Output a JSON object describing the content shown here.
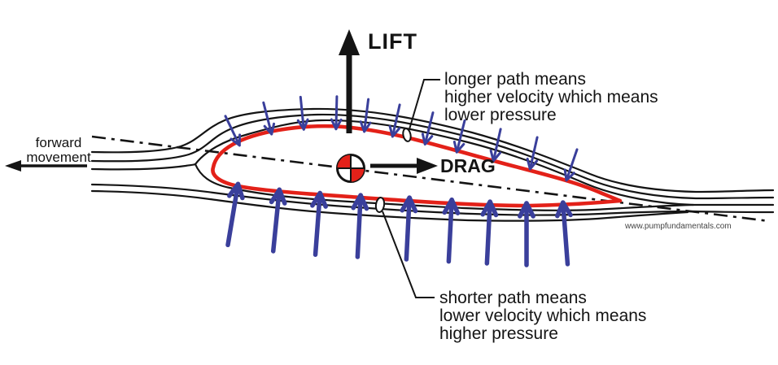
{
  "labels": {
    "lift": "LIFT",
    "drag": "DRAG",
    "forward_line1": "forward",
    "forward_line2": "movement",
    "watermark": "www.pumpfundamentals.com"
  },
  "annotations": {
    "upper": {
      "lines": [
        "longer path means",
        "higher velocity which means",
        "lower pressure"
      ]
    },
    "lower": {
      "lines": [
        "shorter path means",
        "lower velocity which means",
        "higher pressure"
      ]
    }
  },
  "pressure_arrows": {
    "top_count": 11,
    "bottom_count": 9
  },
  "colors": {
    "background": "#ffffff",
    "ink": "#141414",
    "airfoil_outline": "#e32119",
    "pressure_arrow_blue": "#3a3f9b",
    "watermark": "#444444"
  }
}
